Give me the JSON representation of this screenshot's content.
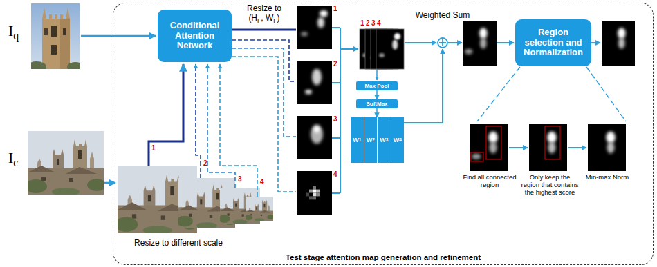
{
  "diagram": {
    "nodes": [
      {
        "text": [
          "Test stage attention map generation and refinement"
        ]
      },
      {
        "text": [
          "Conditional Attention Network"
        ],
        "in": 0
      },
      {
        "text": [
          "Max Pool"
        ],
        "in": 0
      },
      {
        "text": [
          "SoftMax"
        ],
        "in": 0
      },
      {
        "text": [
          "W1",
          "W2",
          "W3",
          "W4"
        ],
        "in": 0
      },
      {
        "text": [
          "Region selection and Normalization"
        ],
        "in": 0
      }
    ],
    "edges": [
      {
        "from": 2,
        "to": 3,
        "arrow": "to"
      },
      {
        "from": 3,
        "to": 4,
        "arrow": "to"
      }
    ],
    "labels": [
      "Iq",
      "Ic",
      "Resize to (HF, WF)",
      "1",
      "2",
      "3",
      "4",
      "1",
      "2",
      "3",
      "4",
      "Weighted Sum",
      "1",
      "2",
      "3",
      "4",
      "Resize to different scale",
      "Find all connected region",
      "Only keep the region that contains the highest score",
      "Min-max Norm"
    ]
  }
}
